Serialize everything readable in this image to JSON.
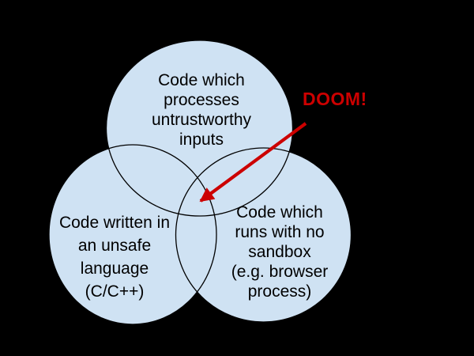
{
  "colors": {
    "background": "#000000",
    "circle_fill": "#cfe2f3",
    "circle_outline": "#000000",
    "text": "#000000",
    "accent_red": "#cc0000"
  },
  "venn": {
    "circles": [
      {
        "name": "untrustworthy-inputs",
        "lines": [
          "Code which",
          "processes",
          "untrustworthy",
          "inputs"
        ]
      },
      {
        "name": "unsafe-language",
        "lines": [
          "Code written in",
          "an unsafe",
          "language",
          "(C/C++)"
        ]
      },
      {
        "name": "no-sandbox",
        "lines": [
          "Code which",
          "runs with no",
          "sandbox",
          "(e.g. browser",
          "process)"
        ]
      }
    ],
    "annotation": {
      "label": "DOOM!",
      "points_to": "triple-intersection"
    }
  }
}
